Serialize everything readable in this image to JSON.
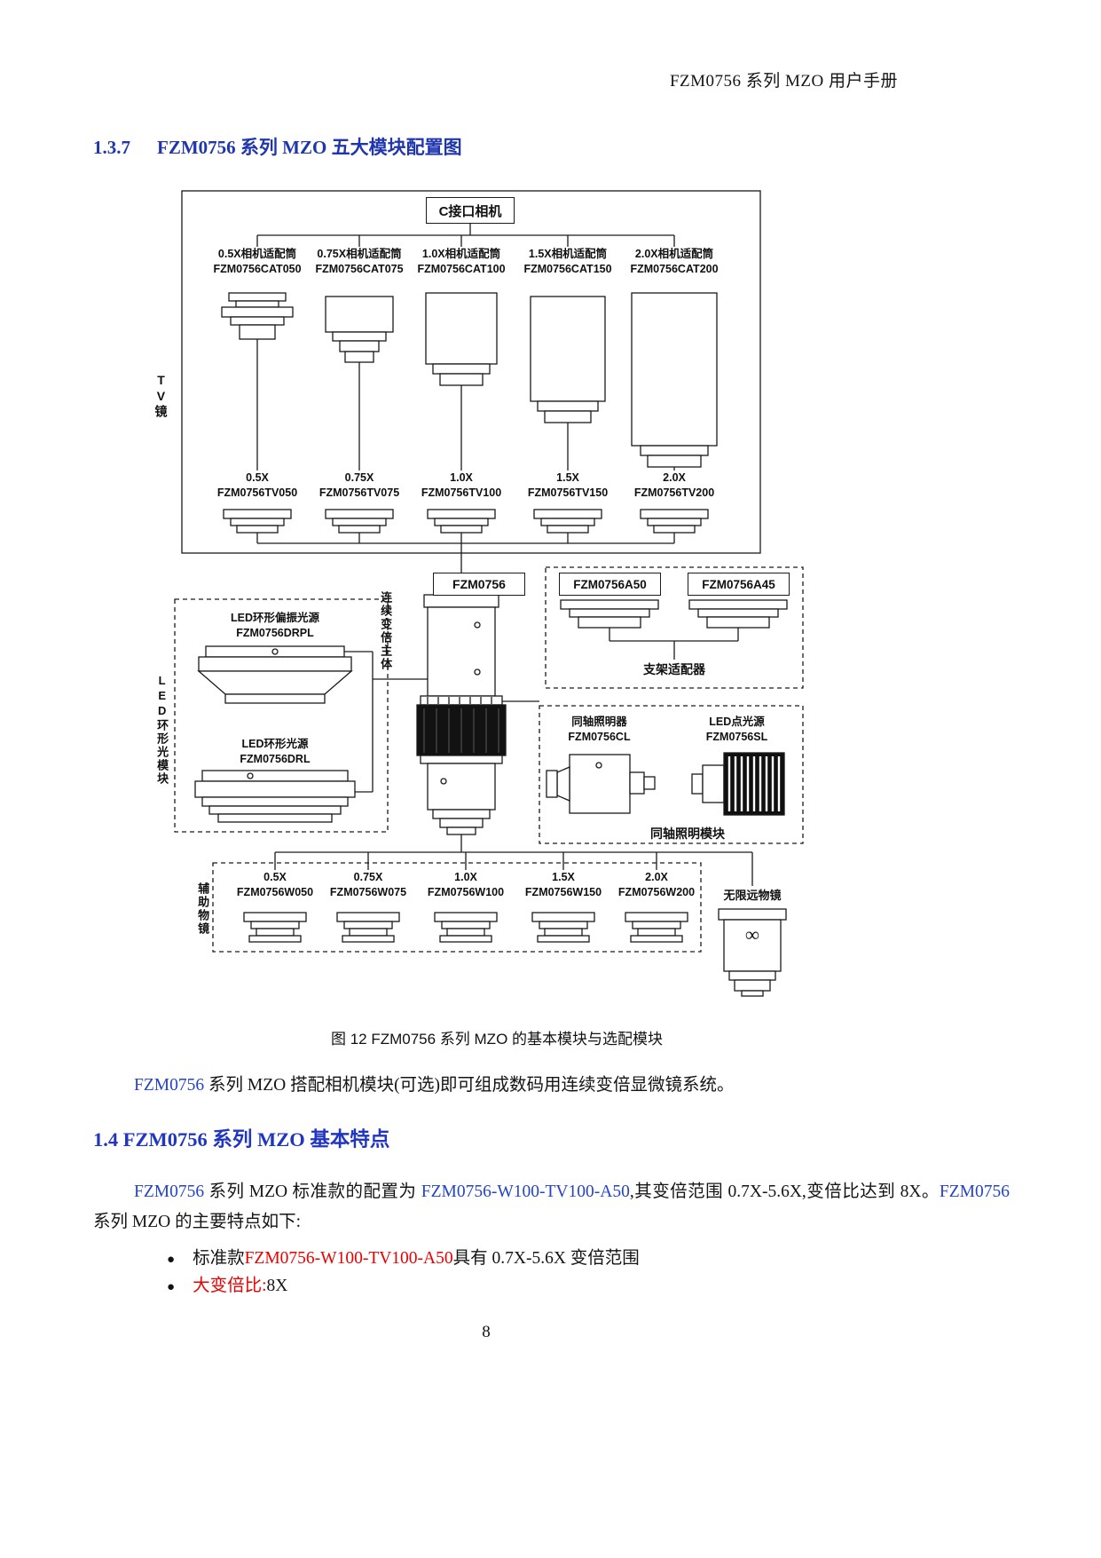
{
  "colors": {
    "heading_blue": "#1f36ae",
    "link_blue": "#2443cb",
    "alert_red": "#e90000",
    "diagram_ink": "#1a1a1a"
  },
  "meta": {
    "header": "FZM0756 系列 MZO 用户手册",
    "page_number": "8"
  },
  "section_137": {
    "number": "1.3.7",
    "title": "FZM0756 系列 MZO 五大模块配置图"
  },
  "diagram": {
    "camera_label": "C接口相机",
    "tv_group": "TV镜",
    "adapters": [
      {
        "name": "0.5X相机适配筒",
        "model": "FZM0756CAT050"
      },
      {
        "name": "0.75X相机适配筒",
        "model": "FZM0756CAT075"
      },
      {
        "name": "1.0X相机适配筒",
        "model": "FZM0756CAT100"
      },
      {
        "name": "1.5X相机适配筒",
        "model": "FZM0756CAT150"
      },
      {
        "name": "2.0X相机适配筒",
        "model": "FZM0756CAT200"
      }
    ],
    "tv_lenses": [
      {
        "name": "0.5X",
        "model": "FZM0756TV050"
      },
      {
        "name": "0.75X",
        "model": "FZM0756TV075"
      },
      {
        "name": "1.0X",
        "model": "FZM0756TV100"
      },
      {
        "name": "1.5X",
        "model": "FZM0756TV150"
      },
      {
        "name": "2.0X",
        "model": "FZM0756TV200"
      }
    ],
    "main_body": {
      "model": "FZM0756",
      "group": "连续变倍主体"
    },
    "bracket_adapters": {
      "models": [
        "FZM0756A50",
        "FZM0756A45"
      ],
      "group": "支架适配器"
    },
    "led_ring": {
      "group": "LED环形光模块",
      "polarized": {
        "name": "LED环形偏振光源",
        "model": "FZM0756DRPL"
      },
      "plain": {
        "name": "LED环形光源",
        "model": "FZM0756DRL"
      }
    },
    "coaxial": {
      "illuminator": {
        "name": "同轴照明器",
        "model": "FZM0756CL"
      },
      "spot": {
        "name": "LED点光源",
        "model": "FZM0756SL"
      },
      "group": "同轴照明模块"
    },
    "objectives": {
      "group": "辅助物镜",
      "items": [
        {
          "name": "0.5X",
          "model": "FZM0756W050"
        },
        {
          "name": "0.75X",
          "model": "FZM0756W075"
        },
        {
          "name": "1.0X",
          "model": "FZM0756W100"
        },
        {
          "name": "1.5X",
          "model": "FZM0756W150"
        },
        {
          "name": "2.0X",
          "model": "FZM0756W200"
        }
      ],
      "infinity": {
        "name": "无限远物镜",
        "symbol": "∞"
      }
    }
  },
  "figure": {
    "caption": "图 12 FZM0756 系列 MZO 的基本模块与选配模块"
  },
  "para_intro": [
    {
      "text": "FZM0756"
    },
    {
      "text": " 系列 MZO 搭配相机模块(可选)即可组成数码用连续变倍显微镜系统。"
    }
  ],
  "section_14": {
    "title": "1.4 FZM0756 系列 MZO 基本特点"
  },
  "para_features": [
    {
      "text": "FZM0756"
    },
    {
      "text": " 系列 MZO 标准款的配置为 "
    },
    {
      "text": "FZM0756-W100-TV100-A50"
    },
    {
      "text": ",其变倍范围 0.7X-5.6X,变倍比达到 8X。"
    },
    {
      "text": "FZM0756"
    },
    {
      "text": " 系列 MZO 的主要特点如下:"
    }
  ],
  "bullets": {
    "marker": "●",
    "item1": [
      {
        "text": "标准款 "
      },
      {
        "text": "FZM0756-W100-TV100-A50"
      },
      {
        "text": " 具有 0.7X-5.6X 变倍范围"
      }
    ],
    "item2": [
      {
        "text": "大变倍比:"
      },
      {
        "text": "8X"
      }
    ]
  }
}
